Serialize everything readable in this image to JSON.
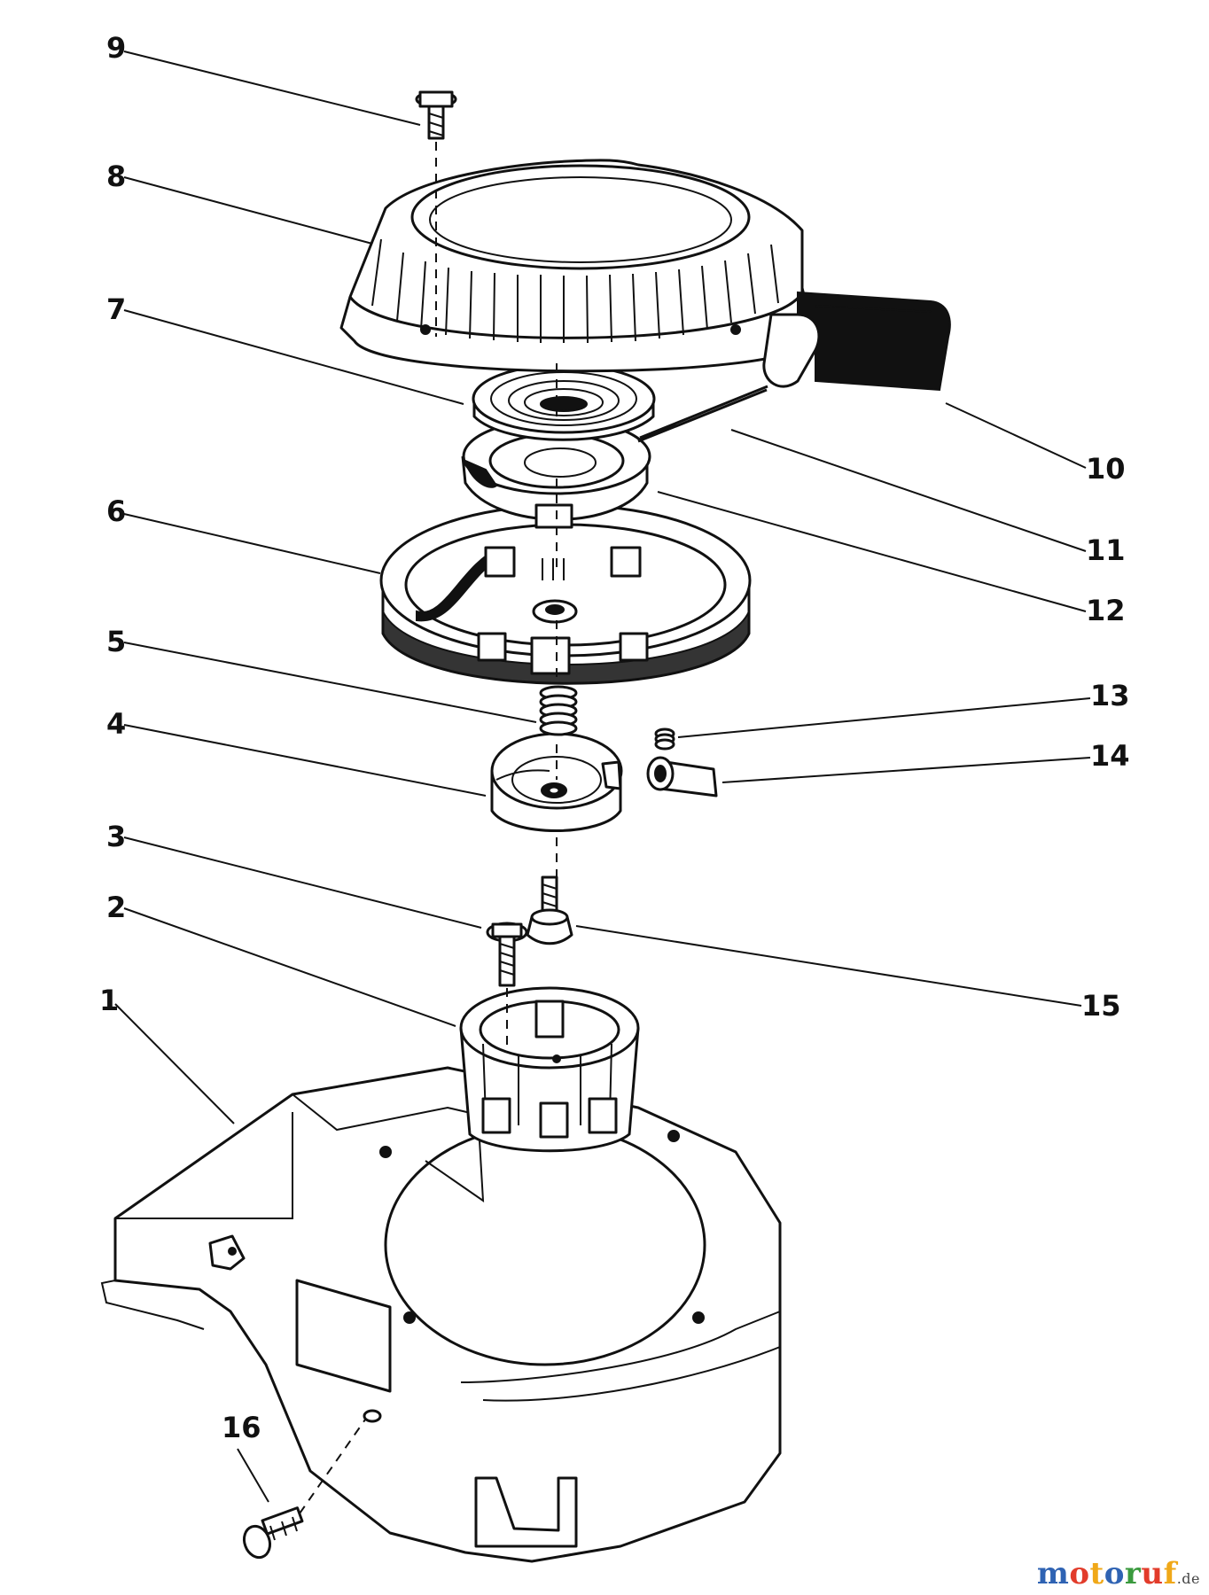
{
  "diagram": {
    "callouts": [
      {
        "id": "1",
        "text": "1"
      },
      {
        "id": "2",
        "text": "2"
      },
      {
        "id": "3",
        "text": "3"
      },
      {
        "id": "4",
        "text": "4"
      },
      {
        "id": "5",
        "text": "5"
      },
      {
        "id": "6",
        "text": "6"
      },
      {
        "id": "7",
        "text": "7"
      },
      {
        "id": "8",
        "text": "8"
      },
      {
        "id": "9",
        "text": "9"
      },
      {
        "id": "10",
        "text": "10"
      },
      {
        "id": "11",
        "text": "11"
      },
      {
        "id": "12",
        "text": "12"
      },
      {
        "id": "13",
        "text": "13"
      },
      {
        "id": "14",
        "text": "14"
      },
      {
        "id": "15",
        "text": "15"
      },
      {
        "id": "16",
        "text": "16"
      }
    ]
  },
  "watermark": {
    "brand_letters": [
      "m",
      "o",
      "t",
      "o",
      "r",
      "u",
      "f"
    ],
    "brand_colors": [
      "#2f63b3",
      "#e23c2b",
      "#f0a818",
      "#2f63b3",
      "#3a9a3e",
      "#e23c2b",
      "#f0a818"
    ],
    "suffix": ".de"
  },
  "colors": {
    "ink": "#111111",
    "paper": "#ffffff"
  }
}
